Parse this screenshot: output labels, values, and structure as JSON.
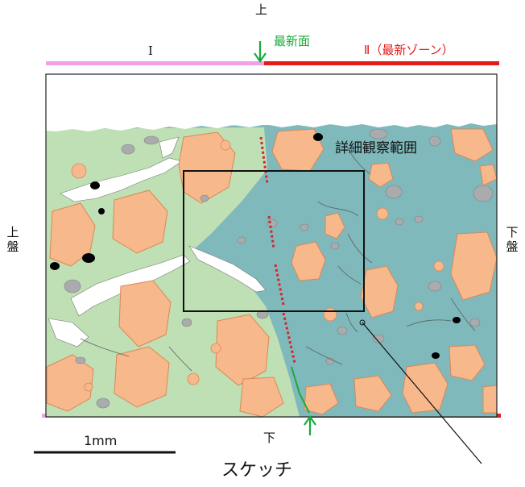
{
  "labels": {
    "top": "上",
    "bottom": "下",
    "left_side": [
      "上",
      "盤"
    ],
    "right_side": [
      "下",
      "盤"
    ],
    "zone1": "I",
    "zone2": "Ⅱ（最新ゾーン）",
    "newest_face": "最新面",
    "detail_area": "詳細観察範囲",
    "scale": "1mm",
    "sketch_title": "スケッチ"
  },
  "colors": {
    "old_zone_bar": "#f0a0e8",
    "new_zone_bar": "#e31b1b",
    "arrow_green": "#1aaa3a",
    "dotted_line": "#d9232e",
    "zone1_matrix": "#bfe0b4",
    "zone2_matrix": "#80b9bc",
    "clast": "#f7b98b",
    "small_clast": "#a9abad",
    "void": "#ffffff",
    "opaque": "#000000"
  }
}
